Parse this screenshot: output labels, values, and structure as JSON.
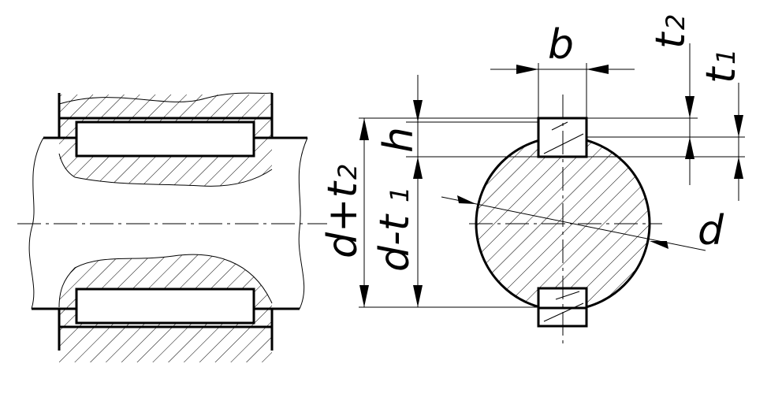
{
  "drawing": {
    "labels": {
      "b": "b",
      "t2_base": "t",
      "t2_sub": "2",
      "t1_base": "t",
      "t1_sub": "1",
      "h": "h",
      "d_plus_t2_base": "d+t",
      "d_plus_t2_sub": "2",
      "d_minus_t1_base": "d-t",
      "d_minus_t1_sub": "1",
      "d": "d"
    }
  }
}
